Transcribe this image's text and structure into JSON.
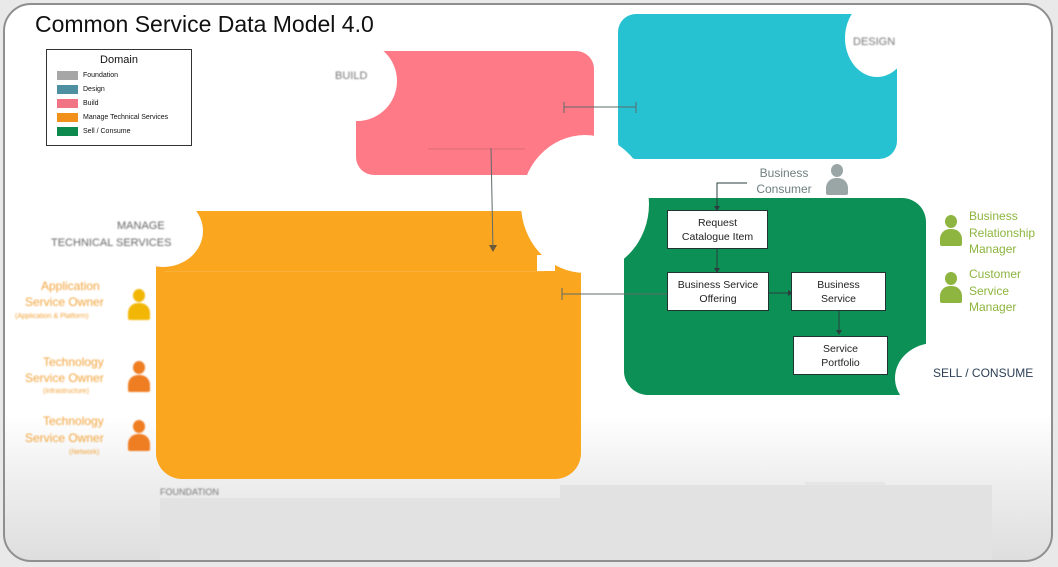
{
  "title": "Common Service Data Model 4.0",
  "legend": {
    "title": "Domain",
    "items": [
      {
        "label": "Foundation",
        "color": "#a6a6a6"
      },
      {
        "label": "Design",
        "color": "#4e8fa2"
      },
      {
        "label": "Build",
        "color": "#f07483"
      },
      {
        "label": "Manage Technical Services",
        "color": "#f2901c"
      },
      {
        "label": "Sell / Consume",
        "color": "#0f8a4f"
      }
    ]
  },
  "domains": {
    "build": {
      "label": "BUILD",
      "color": "#fe7a87"
    },
    "design": {
      "label": "DESIGN",
      "color": "#27c2d1"
    },
    "manage": {
      "label_line1": "MANAGE",
      "label_line2": "TECHNICAL SERVICES",
      "color": "#faa61f"
    },
    "sell": {
      "label": "SELL / CONSUME",
      "color": "#0c9055"
    },
    "foundation": {
      "label": "FOUNDATION"
    }
  },
  "sell_consume": {
    "nodes": {
      "request": "Request\nCatalogue Item",
      "offering": "Business Service\nOffering",
      "service": "Business\nService",
      "portfolio": "Service\nPortfolio"
    },
    "consumer": "Business\nConsumer"
  },
  "roles_right": [
    {
      "label": "Business\nRelationship\nManager",
      "color": "#8db53f"
    },
    {
      "label": "Customer\nService\nManager",
      "color": "#8db53f"
    }
  ],
  "roles_left": [
    {
      "line1": "Application",
      "line2": "Service Owner",
      "line3": "(Application & Platform)",
      "color": "#f2b705"
    },
    {
      "line1": "Technology",
      "line2": "Service Owner",
      "line3": "(Infrastructure)",
      "color": "#ef7d22"
    },
    {
      "line1": "Technology",
      "line2": "Service Owner",
      "line3": "(Network)",
      "color": "#ef7d22"
    }
  ]
}
